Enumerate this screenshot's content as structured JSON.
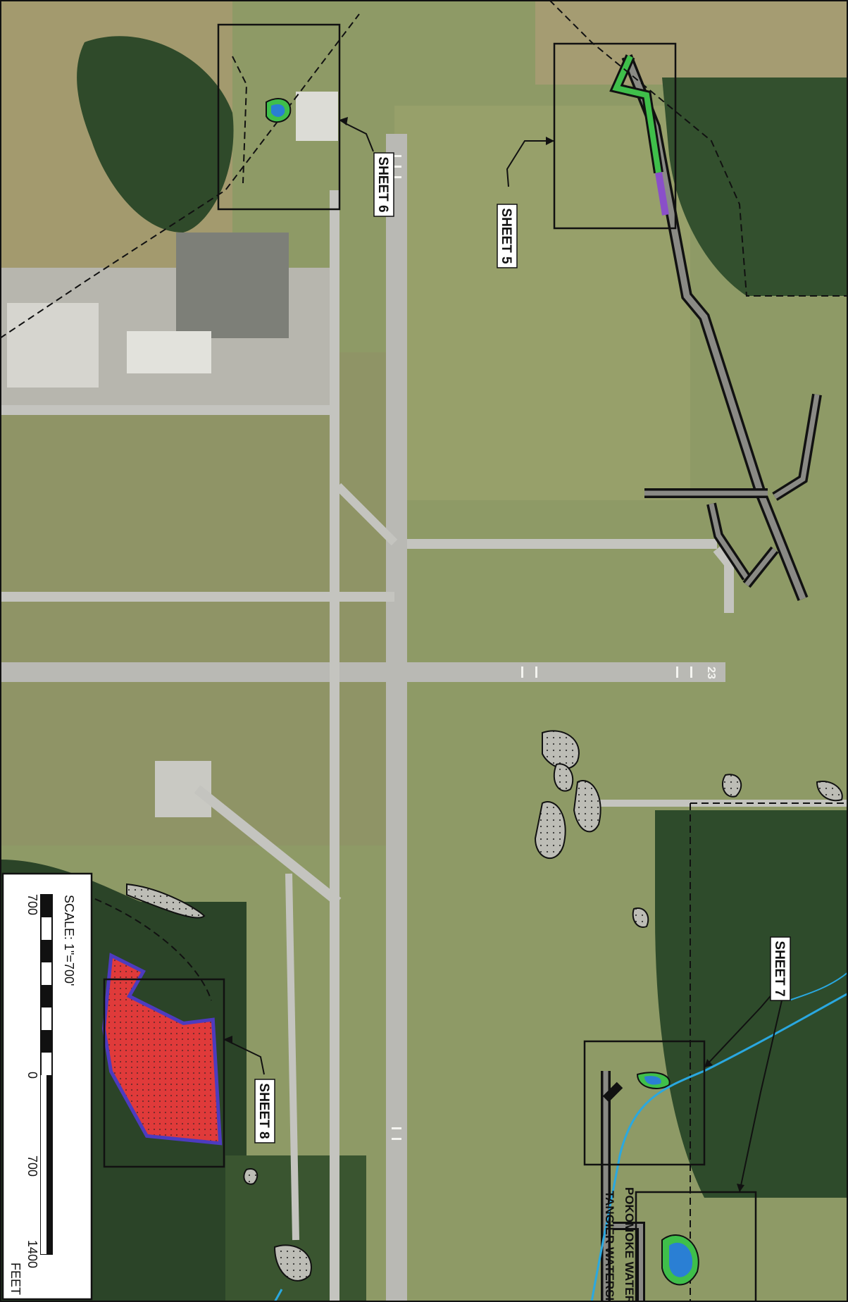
{
  "sheets": {
    "sheet5": "SHEET 5",
    "sheet6": "SHEET 6",
    "sheet7": "SHEET 7",
    "sheet8": "SHEET 8"
  },
  "runway_marking": "23",
  "watersheds": {
    "upper": "POKOMOKE WATERSHED",
    "lower": "TANGIER WATERSHED"
  },
  "scale": {
    "tick_left": "700",
    "tick_mid_left": "0",
    "tick_mid_right": "700",
    "tick_right": "1400",
    "units": "FEET",
    "label": "SCALE: 1\"=700'"
  },
  "colors": {
    "grass": "#8e9a66",
    "forest": "#2f4a2a",
    "pavement": "#b9b9b4",
    "wetland_red": "#e03a3a",
    "wetland_green": "#3fbf4a",
    "wetland_blue": "#2a7fd4",
    "stream": "#2aa8e0",
    "purple": "#8a4fc9"
  }
}
